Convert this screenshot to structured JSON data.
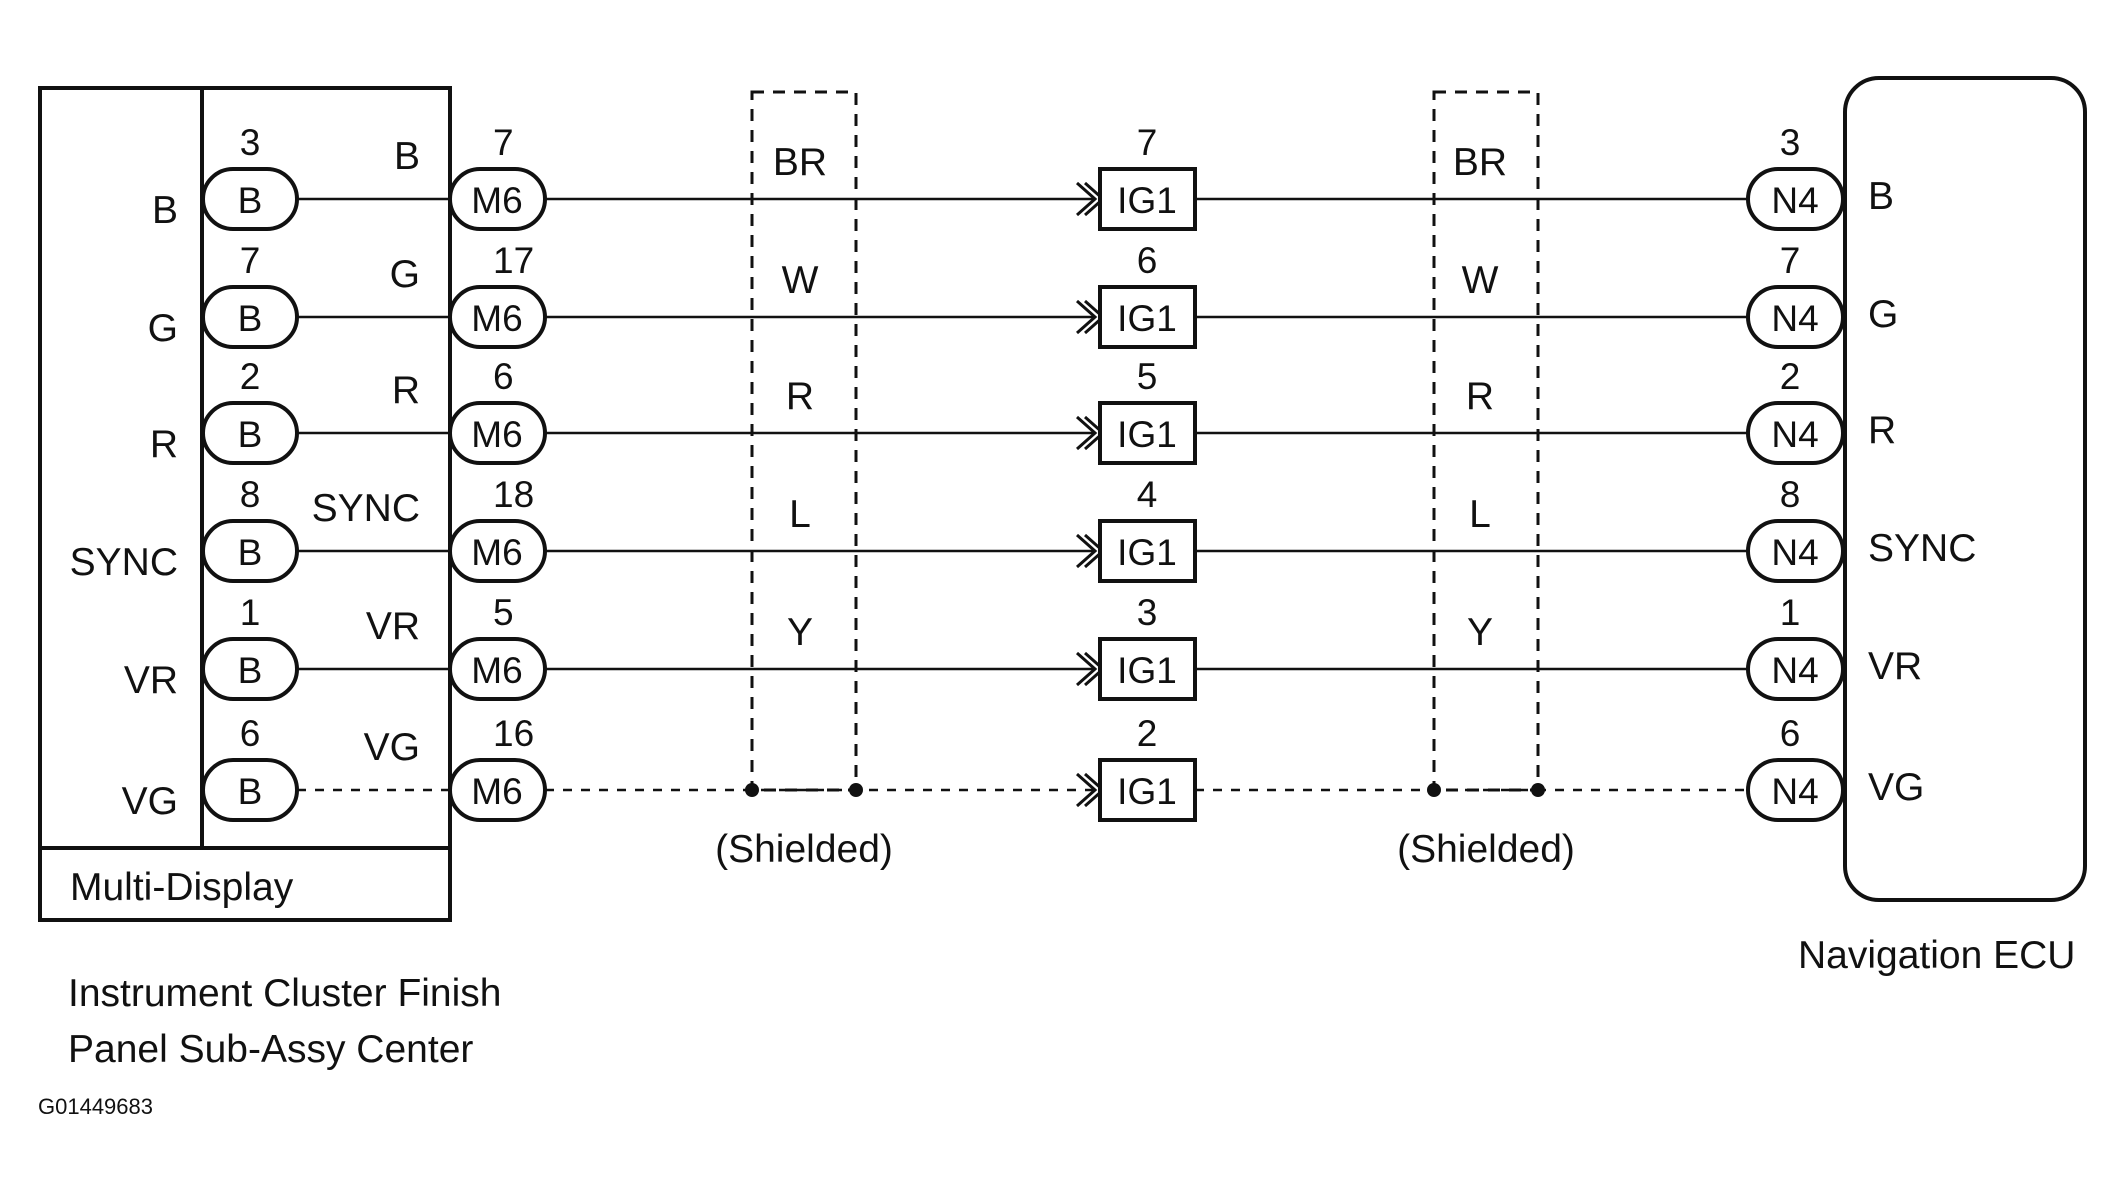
{
  "diagram_id": "G01449683",
  "left_component": {
    "inner_label": "Multi-Display",
    "caption_lines": [
      "Instrument Cluster Finish",
      "Panel Sub-Assy Center"
    ]
  },
  "right_component": {
    "caption": "Navigation ECU"
  },
  "shield_labels": [
    "(Shielded)",
    "(Shielded)"
  ],
  "circuits": [
    {
      "left_terminal": "B",
      "left_pin": "3",
      "left_connector": "B",
      "left_wire": "B",
      "m_pin": "7",
      "m_connector": "M6",
      "wire_color": "BR",
      "ig_pin": "7",
      "ig_connector": "IG1",
      "right_wire": "BR",
      "n_pin": "3",
      "n_connector": "N4",
      "right_terminal": "B",
      "shielded": false
    },
    {
      "left_terminal": "G",
      "left_pin": "7",
      "left_connector": "B",
      "left_wire": "G",
      "m_pin": "17",
      "m_connector": "M6",
      "wire_color": "W",
      "ig_pin": "6",
      "ig_connector": "IG1",
      "right_wire": "W",
      "n_pin": "7",
      "n_connector": "N4",
      "right_terminal": "G",
      "shielded": false
    },
    {
      "left_terminal": "R",
      "left_pin": "2",
      "left_connector": "B",
      "left_wire": "R",
      "m_pin": "6",
      "m_connector": "M6",
      "wire_color": "R",
      "ig_pin": "5",
      "ig_connector": "IG1",
      "right_wire": "R",
      "n_pin": "2",
      "n_connector": "N4",
      "right_terminal": "R",
      "shielded": false
    },
    {
      "left_terminal": "SYNC",
      "left_pin": "8",
      "left_connector": "B",
      "left_wire": "SYNC",
      "m_pin": "18",
      "m_connector": "M6",
      "wire_color": "L",
      "ig_pin": "4",
      "ig_connector": "IG1",
      "right_wire": "L",
      "n_pin": "8",
      "n_connector": "N4",
      "right_terminal": "SYNC",
      "shielded": false
    },
    {
      "left_terminal": "VR",
      "left_pin": "1",
      "left_connector": "B",
      "left_wire": "VR",
      "m_pin": "5",
      "m_connector": "M6",
      "wire_color": "Y",
      "ig_pin": "3",
      "ig_connector": "IG1",
      "right_wire": "Y",
      "n_pin": "1",
      "n_connector": "N4",
      "right_terminal": "VR",
      "shielded": false
    },
    {
      "left_terminal": "VG",
      "left_pin": "6",
      "left_connector": "B",
      "left_wire": "VG",
      "m_pin": "16",
      "m_connector": "M6",
      "wire_color": "",
      "ig_pin": "2",
      "ig_connector": "IG1",
      "right_wire": "",
      "n_pin": "6",
      "n_connector": "N4",
      "right_terminal": "VG",
      "shielded": true
    }
  ],
  "colors": {
    "ink": "#111111",
    "background": "#ffffff"
  }
}
